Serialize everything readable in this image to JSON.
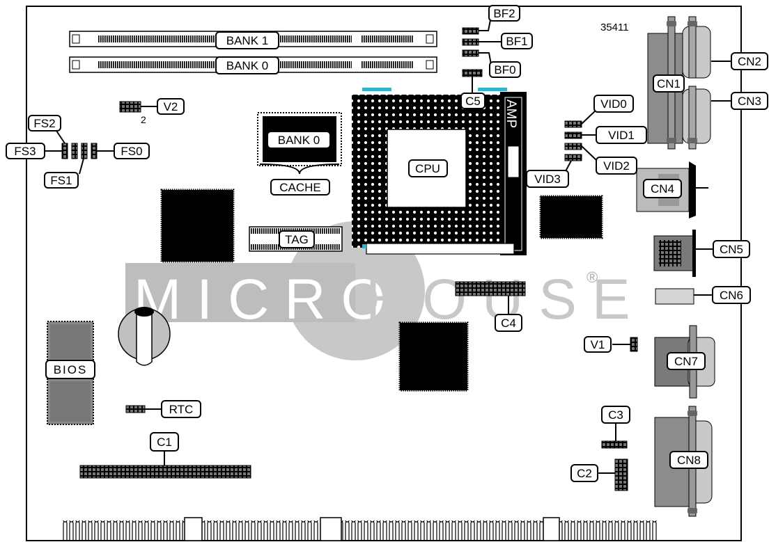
{
  "board_id": "35411",
  "watermark": {
    "left": "MICRO",
    "right": "HOUSE",
    "mark": "®"
  },
  "labels": {
    "bank1": "BANK 1",
    "bank0": "BANK 0",
    "bf2": "BF2",
    "bf1": "BF1",
    "bf0": "BF0",
    "c5": "C5",
    "v2": "V2",
    "v2_pin": "2",
    "fs2": "FS2",
    "fs3": "FS3",
    "fs0": "FS0",
    "fs1": "FS1",
    "cache_bank0": "BANK 0",
    "cache": "CACHE",
    "cpu": "CPU",
    "amp": "AMP",
    "vid0": "VID0",
    "vid1": "VID1",
    "vid2": "VID2",
    "vid3": "VID3",
    "cn1": "CN1",
    "cn2": "CN2",
    "cn3": "CN3",
    "cn4": "CN4",
    "cn5": "CN5",
    "cn6": "CN6",
    "cn7": "CN7",
    "cn8": "CN8",
    "tag": "TAG",
    "c4": "C4",
    "v1": "V1",
    "bios": "BIOS",
    "rtc": "RTC",
    "c1": "C1",
    "c3": "C3",
    "c2": "C2"
  }
}
